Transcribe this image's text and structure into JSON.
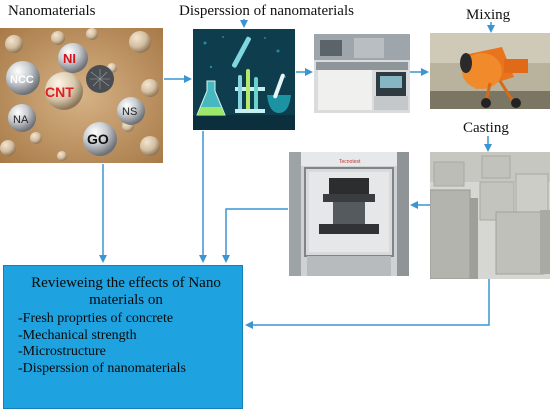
{
  "labels": {
    "nanomaterials": "Nanomaterials",
    "dispersion": "Disperssion of nanomaterials",
    "mixing": "Mixing",
    "casting": "Casting"
  },
  "particles": [
    "NI",
    "NCC",
    "CNT",
    "NA",
    "NS",
    "GO"
  ],
  "equipment_brand": "Tecnotest",
  "review": {
    "title": "Revieweing the effects of Nano materials on",
    "items": [
      "-Fresh proprties of concrete",
      "-Mechanical strength",
      "-Microstructure",
      "-Disperssion of nanomaterials"
    ]
  },
  "colors": {
    "arrow": "#3a95d0",
    "review_box": "#1ea2e0",
    "dispersion_bg": "#0e3d4e",
    "sand": "#c39a68",
    "mixer": "#e8741e"
  }
}
